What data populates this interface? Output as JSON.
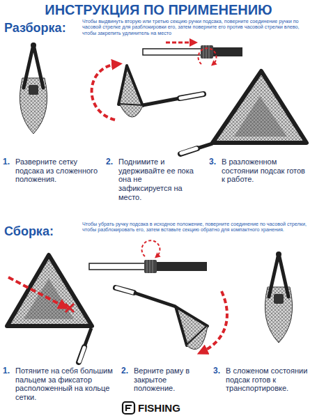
{
  "diagram": {
    "title": "ИНСТРУКЦИЯ ПО ПРИМЕНЕНИЮ",
    "labels": [
      "Разборка:",
      "Чтобы выдвинуть вторую или третью секцию ручки подсака, поверните соединение ручки по часовой стрелке для разблокировки его, затем поверните его против часовой стрелки влево, чтобы закрепить удлинитель на место",
      "1.",
      "Разверните сетку подсака из сложенного положения.",
      "2.",
      "Поднимите и удерживайте ее пока она не зафиксируется на место.",
      "3.",
      "В разложенном состоянии подсак готов к работе.",
      "Сборка:",
      "Чтобы убрать ручку подсака в исходное положение, поверните соединение по часовой стрелки, чтобы разблокировать его, затем вставьте секцию обратно для компактного хранения.",
      "1.",
      "Потяните на себя большим пальцем за фиксатор расположенный на кольце сетки.",
      "2.",
      "Верните раму в закрытое положение.",
      "3.",
      "В сложеном состоянии подсак готов к транспортировке.",
      "FISHING"
    ]
  }
}
